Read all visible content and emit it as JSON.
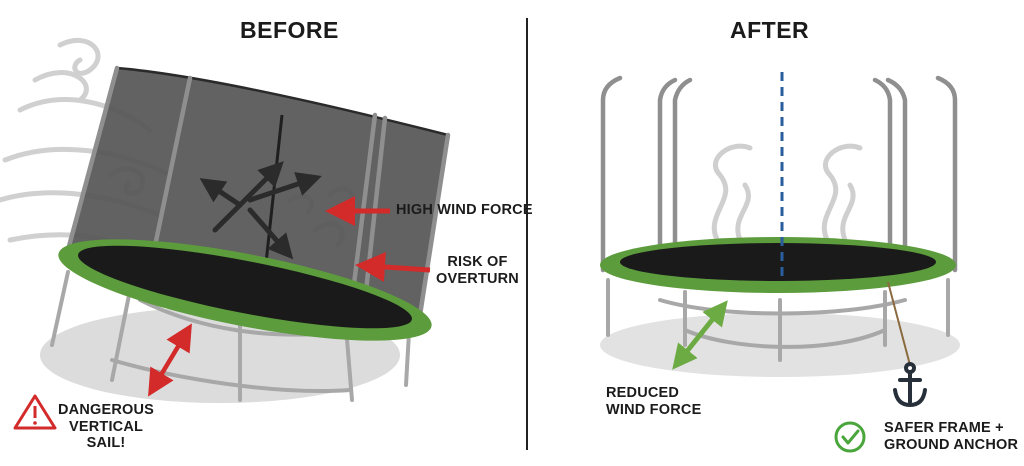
{
  "before": {
    "heading": "BEFORE",
    "labels": {
      "high_wind": "HIGH WIND FORCE",
      "risk": [
        "RISK OF",
        "OVERTURN"
      ],
      "danger": [
        "DANGEROUS",
        "VERTICAL",
        "SAIL!"
      ]
    },
    "icon": "warning-triangle-icon"
  },
  "after": {
    "heading": "AFTER",
    "labels": {
      "reduced": [
        "REDUCED",
        "WIND FORCE"
      ],
      "safer": [
        "SAFER FRAME +",
        "GROUND ANCHOR"
      ]
    },
    "icons": [
      "anchor-icon",
      "checkmark-circle-icon"
    ]
  },
  "colors": {
    "mat_border": "#5c9c3c",
    "mat": "#1a1a1a",
    "net": "#555555",
    "frame": "#9a9a9a",
    "alert_red": "#d32a2a",
    "arrow_green": "#6cab43",
    "anchor": "#27303a",
    "axis_blue": "#2a5d9e",
    "wind": "#cfcfcf"
  }
}
